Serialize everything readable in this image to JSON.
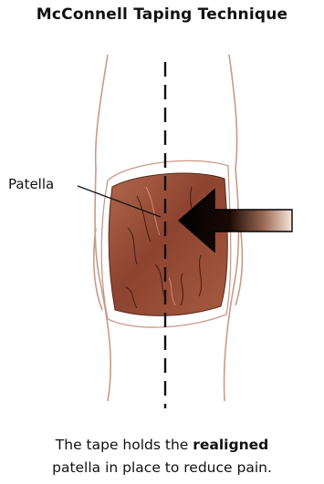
{
  "title": "McConnell Taping Technique",
  "label_patella": "Patella",
  "caption": {
    "line1_prefix": "The tape holds the ",
    "line1_bold": "realigned",
    "line2": "patella in place to reduce pain."
  },
  "colors": {
    "skin_outline": "#c89a8a",
    "tape_dark": "#7a3a28",
    "tape_mid": "#a85a40",
    "tape_light": "#c88060",
    "arrow_dark": "#000000",
    "arrow_light": "#f6e2d6",
    "midline": "#111111"
  }
}
